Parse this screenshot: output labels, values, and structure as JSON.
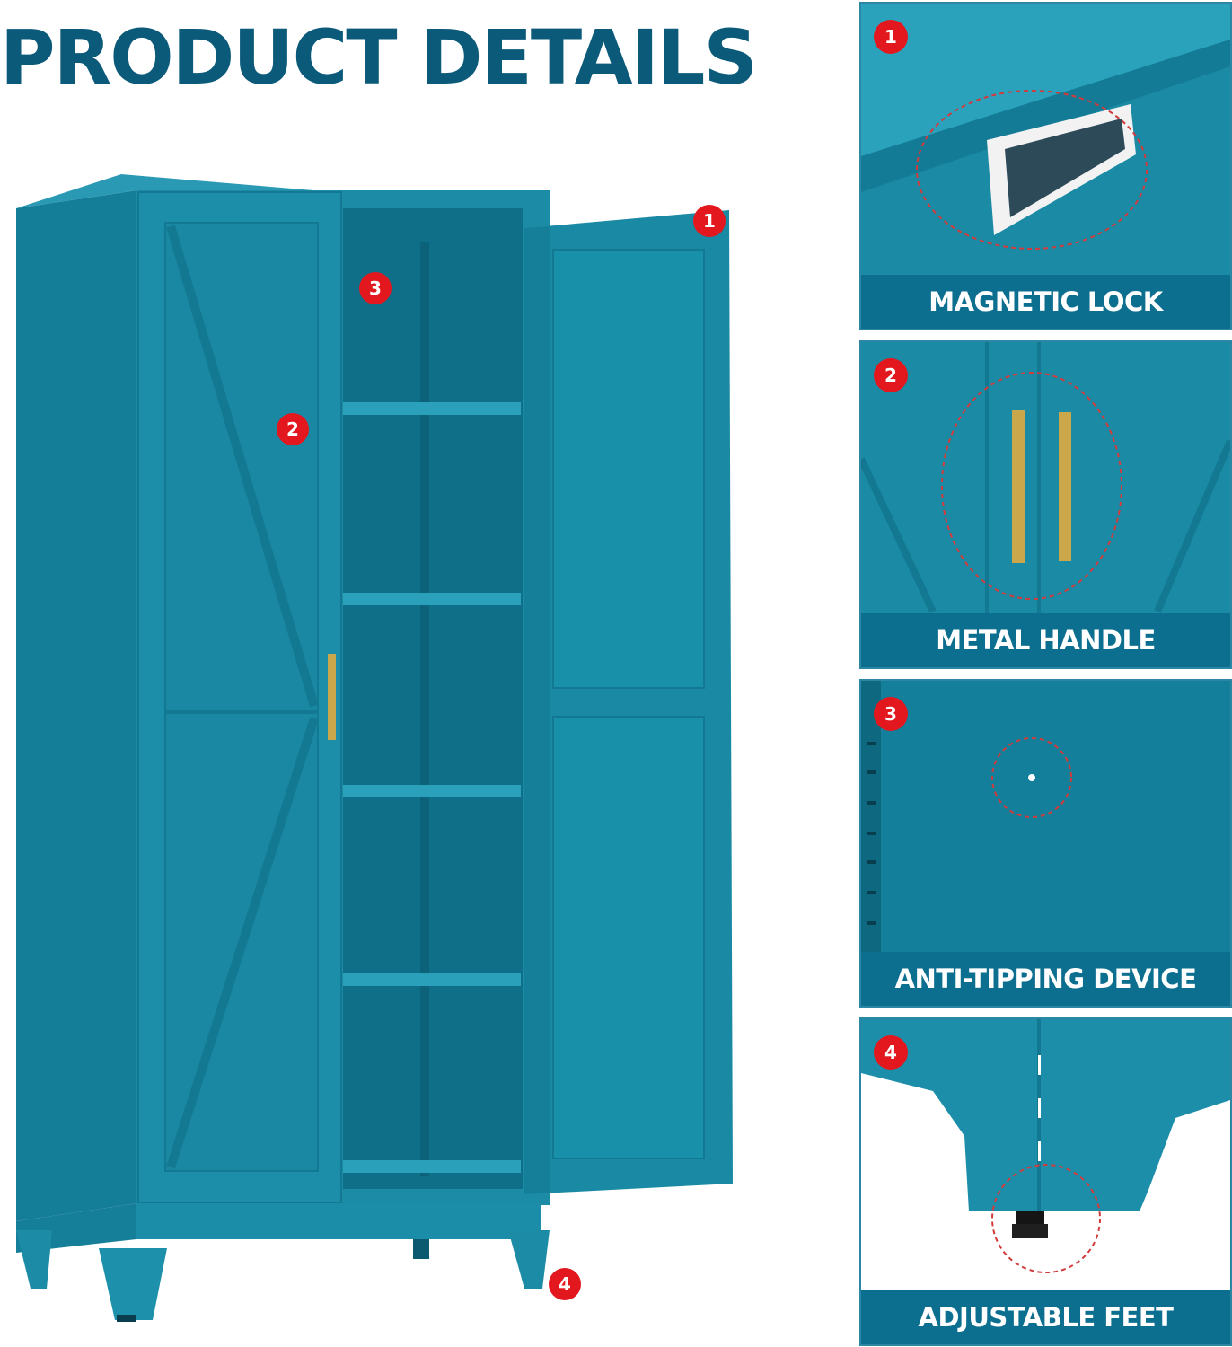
{
  "title": "PRODUCT DETAILS",
  "colors": {
    "title": "#0b5a7a",
    "cabinet": "#1b8ba6",
    "cabinet_dark": "#0f6e88",
    "caption_bg": "#0d6f8f",
    "marker": "#e3171e",
    "handle": "#c9a74a"
  },
  "hero_markers": [
    "1",
    "2",
    "3",
    "4"
  ],
  "panels": [
    {
      "number": "1",
      "caption": "MAGNETIC LOCK"
    },
    {
      "number": "2",
      "caption": "METAL HANDLE"
    },
    {
      "number": "3",
      "caption": "ANTI-TIPPING DEVICE"
    },
    {
      "number": "4",
      "caption": "ADJUSTABLE FEET"
    }
  ]
}
